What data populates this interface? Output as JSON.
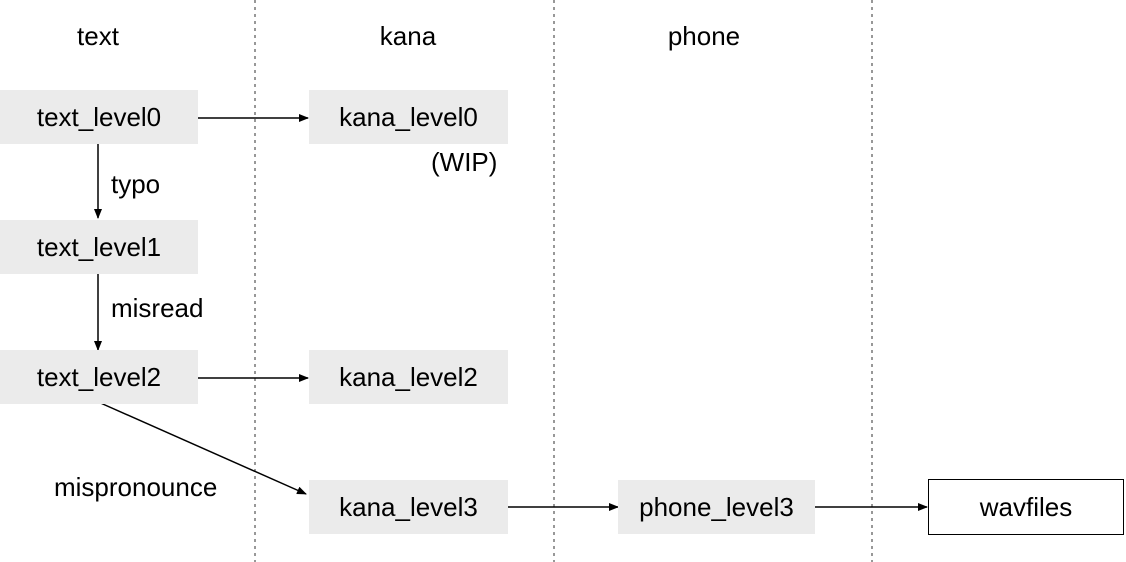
{
  "columns": {
    "text": "text",
    "kana": "kana",
    "phone": "phone"
  },
  "nodes": {
    "text_level0": "text_level0",
    "text_level1": "text_level1",
    "text_level2": "text_level2",
    "kana_level0": "kana_level0",
    "kana_level2": "kana_level2",
    "kana_level3": "kana_level3",
    "phone_level3": "phone_level3",
    "wavfiles": "wavfiles"
  },
  "edge_labels": {
    "typo": "typo",
    "misread": "misread",
    "mispronounce": "mispronounce"
  },
  "notes": {
    "wip": "(WIP)"
  }
}
